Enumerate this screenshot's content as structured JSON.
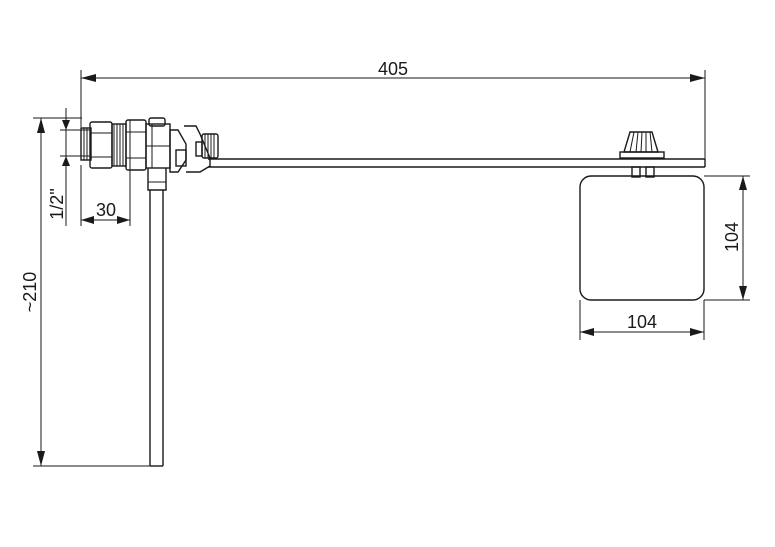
{
  "drawing": {
    "dimensions": {
      "overall_length": "405",
      "height": "~210",
      "thread": "1/2\"",
      "nut_width": "30",
      "float_height": "104",
      "float_width": "104"
    }
  }
}
